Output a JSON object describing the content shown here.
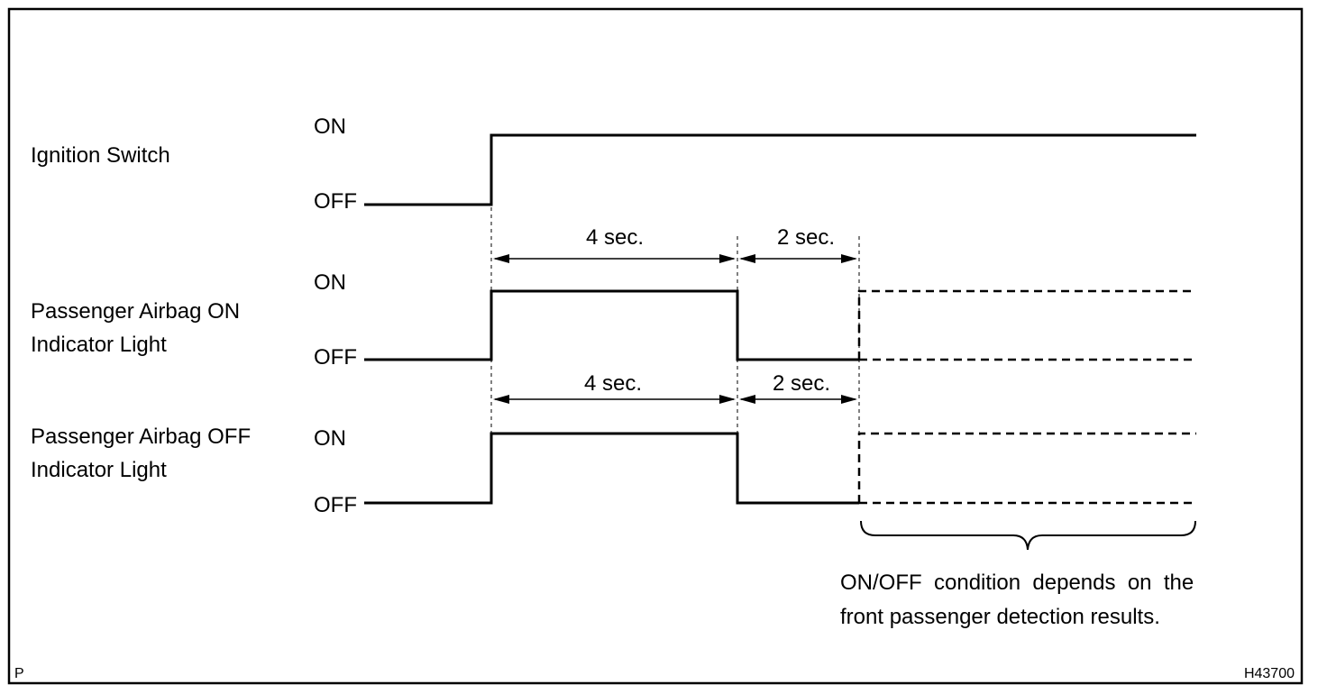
{
  "signals": [
    {
      "name_lines": [
        "Ignition Switch"
      ],
      "on_label": "ON",
      "off_label": "OFF"
    },
    {
      "name_lines": [
        "Passenger Airbag ON",
        "Indicator Light"
      ],
      "on_label": "ON",
      "off_label": "OFF"
    },
    {
      "name_lines": [
        "Passenger Airbag OFF",
        "Indicator Light"
      ],
      "on_label": "ON",
      "off_label": "OFF"
    }
  ],
  "intervals": {
    "first": "4 sec.",
    "second": "2 sec."
  },
  "note_lines": [
    "ON/OFF  condition  depends  on  the",
    "front passenger detection results."
  ],
  "corner_left": "P",
  "figure_code": "H43700"
}
